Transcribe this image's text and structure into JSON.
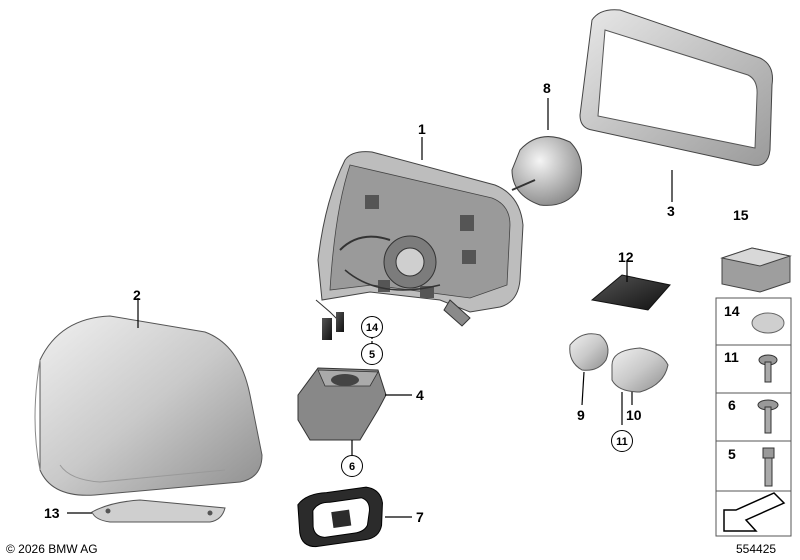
{
  "callouts": [
    {
      "id": "1",
      "text": "1"
    },
    {
      "id": "2",
      "text": "2"
    },
    {
      "id": "3",
      "text": "3"
    },
    {
      "id": "4",
      "text": "4"
    },
    {
      "id": "7",
      "text": "7"
    },
    {
      "id": "8",
      "text": "8"
    },
    {
      "id": "9",
      "text": "9"
    },
    {
      "id": "10",
      "text": "10"
    },
    {
      "id": "12",
      "text": "12"
    },
    {
      "id": "13",
      "text": "13"
    },
    {
      "id": "15",
      "text": "15"
    }
  ],
  "circled_callouts": [
    "14",
    "5",
    "6",
    "11"
  ],
  "parts_panel": {
    "items": [
      {
        "number": "14",
        "icon": "cap-disc-icon"
      },
      {
        "number": "11",
        "icon": "screw-round-head-icon"
      },
      {
        "number": "6",
        "icon": "screw-torx-icon"
      },
      {
        "number": "5",
        "icon": "bolt-long-icon"
      }
    ],
    "bottom_icon": "arrow-down-left-icon"
  },
  "footer": {
    "copyright": "© 2026 BMW AG",
    "diagram_number": "554425"
  },
  "colors": {
    "line": "#000000",
    "part_light": "#d9d9d9",
    "part_mid": "#b8b8b8",
    "part_dark": "#6e6e6e",
    "background": "#ffffff"
  }
}
